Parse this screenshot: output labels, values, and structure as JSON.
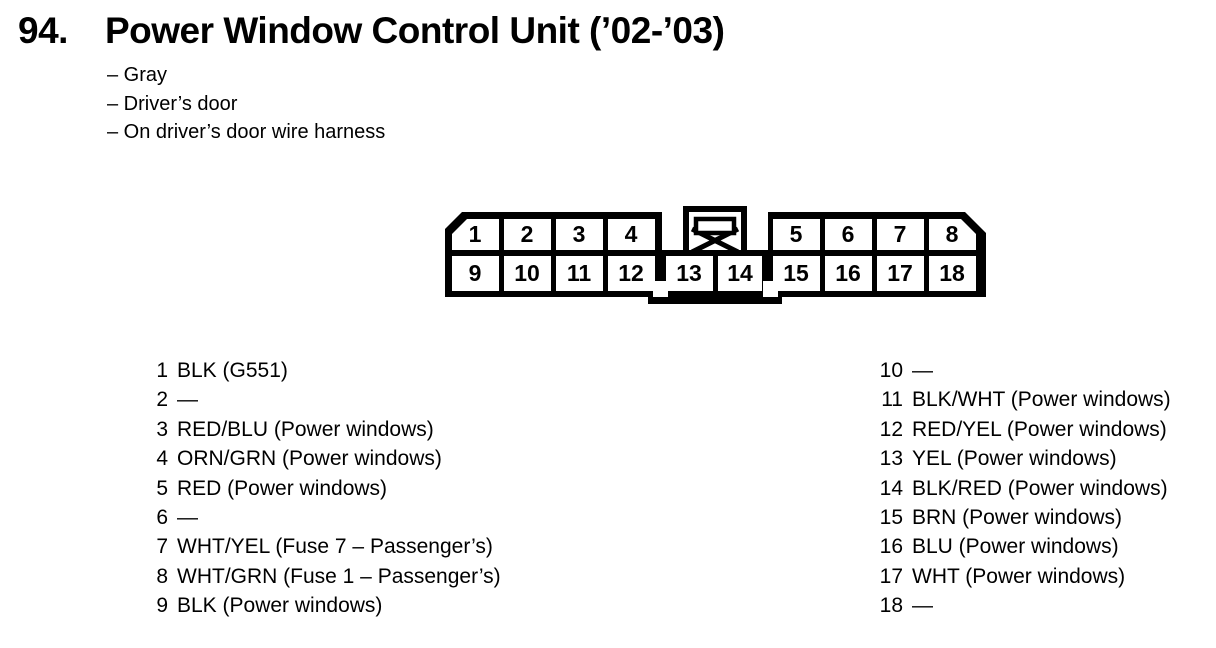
{
  "colors": {
    "ink": "#000000",
    "paper": "#ffffff"
  },
  "header": {
    "index": "94.",
    "title": "Power Window Control Unit (’02-’03)",
    "notes": [
      "– Gray",
      "– Driver’s door",
      "– On driver’s door wire harness"
    ]
  },
  "connector": {
    "description": "18-cavity connector, front view, blocked center lock cavity",
    "pins_top": [
      "1",
      "2",
      "3",
      "4",
      "5",
      "6",
      "7",
      "8"
    ],
    "pins_bottom": [
      "9",
      "10",
      "11",
      "12",
      "13",
      "14",
      "15",
      "16",
      "17",
      "18"
    ]
  },
  "pinout": {
    "left": [
      {
        "pin": "1",
        "label": "BLK (G551)"
      },
      {
        "pin": "2",
        "label": "—"
      },
      {
        "pin": "3",
        "label": "RED/BLU (Power windows)"
      },
      {
        "pin": "4",
        "label": "ORN/GRN (Power windows)"
      },
      {
        "pin": "5",
        "label": "RED (Power windows)"
      },
      {
        "pin": "6",
        "label": "—"
      },
      {
        "pin": "7",
        "label": "WHT/YEL (Fuse 7 – Passenger’s)"
      },
      {
        "pin": "8",
        "label": "WHT/GRN (Fuse 1 – Passenger’s)"
      },
      {
        "pin": "9",
        "label": "BLK (Power windows)"
      }
    ],
    "right": [
      {
        "pin": "10",
        "label": "—"
      },
      {
        "pin": "11",
        "label": "BLK/WHT (Power windows)"
      },
      {
        "pin": "12",
        "label": "RED/YEL (Power windows)"
      },
      {
        "pin": "13",
        "label": "YEL (Power windows)"
      },
      {
        "pin": "14",
        "label": "BLK/RED (Power windows)"
      },
      {
        "pin": "15",
        "label": "BRN (Power windows)"
      },
      {
        "pin": "16",
        "label": "BLU (Power windows)"
      },
      {
        "pin": "17",
        "label": "WHT (Power windows)"
      },
      {
        "pin": "18",
        "label": "—"
      }
    ]
  }
}
